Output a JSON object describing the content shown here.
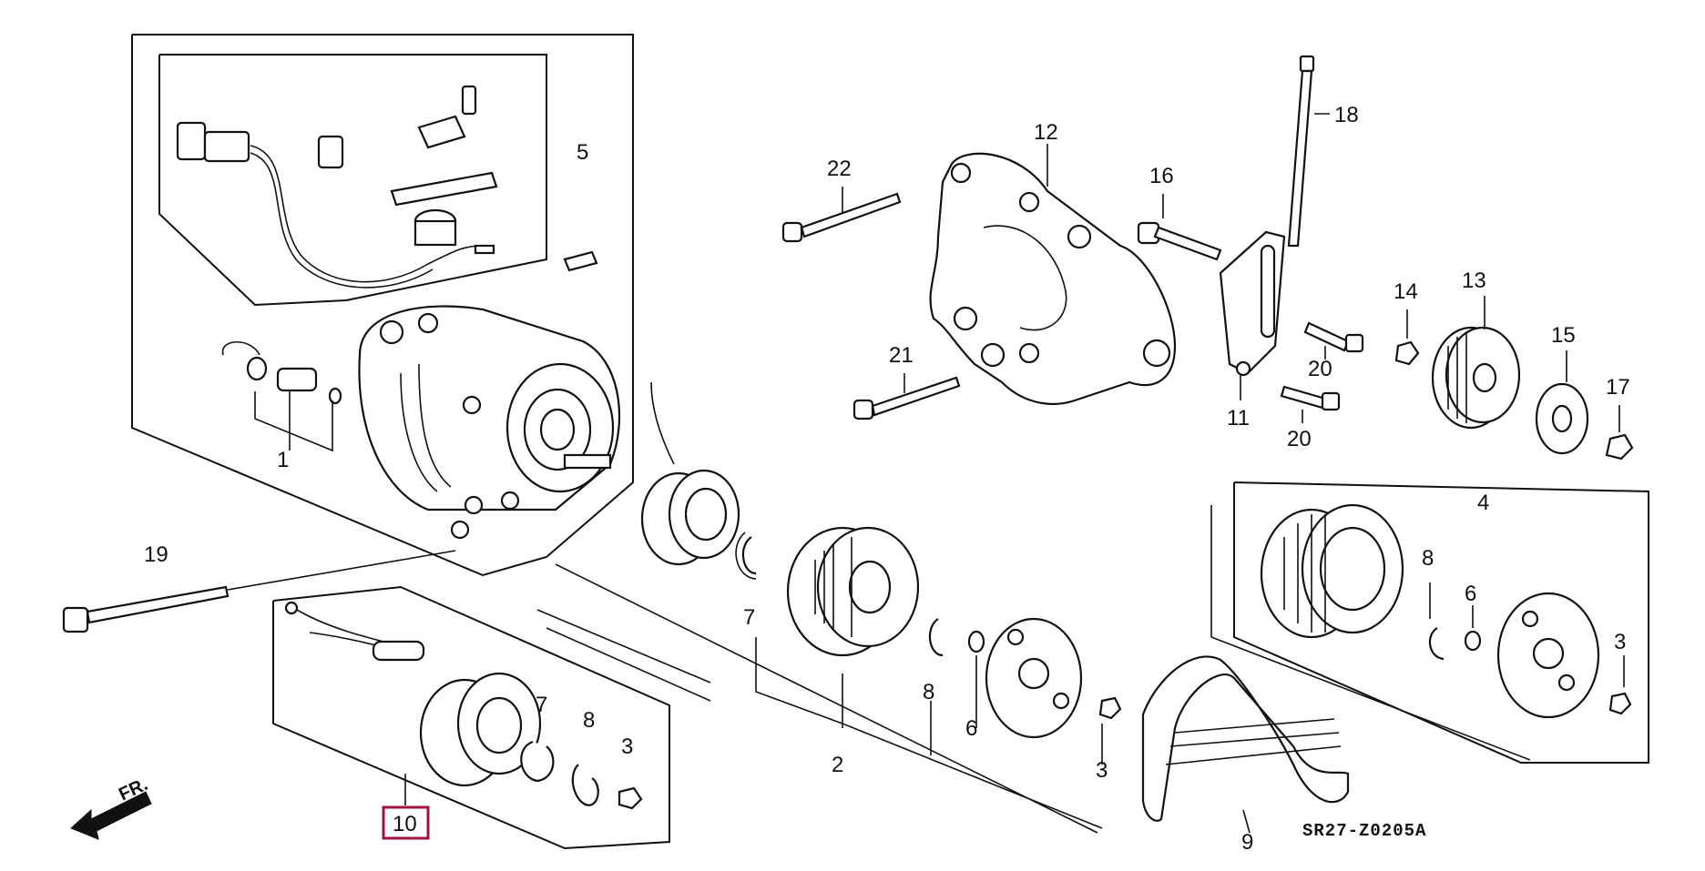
{
  "diagram": {
    "code": "SR27-Z0205A",
    "front_label": "FR.",
    "highlighted_callout": "10",
    "callouts": [
      {
        "id": "c1",
        "text": "1"
      },
      {
        "id": "c2",
        "text": "2"
      },
      {
        "id": "c3a",
        "text": "3"
      },
      {
        "id": "c3b",
        "text": "3"
      },
      {
        "id": "c3c",
        "text": "3"
      },
      {
        "id": "c4",
        "text": "4"
      },
      {
        "id": "c5",
        "text": "5"
      },
      {
        "id": "c6a",
        "text": "6"
      },
      {
        "id": "c6b",
        "text": "6"
      },
      {
        "id": "c7a",
        "text": "7"
      },
      {
        "id": "c7b",
        "text": "7"
      },
      {
        "id": "c8a",
        "text": "8"
      },
      {
        "id": "c8b",
        "text": "8"
      },
      {
        "id": "c8c",
        "text": "8"
      },
      {
        "id": "c9",
        "text": "9"
      },
      {
        "id": "c10",
        "text": "10"
      },
      {
        "id": "c11",
        "text": "11"
      },
      {
        "id": "c12",
        "text": "12"
      },
      {
        "id": "c13",
        "text": "13"
      },
      {
        "id": "c14",
        "text": "14"
      },
      {
        "id": "c15",
        "text": "15"
      },
      {
        "id": "c16",
        "text": "16"
      },
      {
        "id": "c17",
        "text": "17"
      },
      {
        "id": "c18",
        "text": "18"
      },
      {
        "id": "c19",
        "text": "19"
      },
      {
        "id": "c20a",
        "text": "20"
      },
      {
        "id": "c20b",
        "text": "20"
      },
      {
        "id": "c21",
        "text": "21"
      },
      {
        "id": "c22",
        "text": "22"
      }
    ]
  }
}
